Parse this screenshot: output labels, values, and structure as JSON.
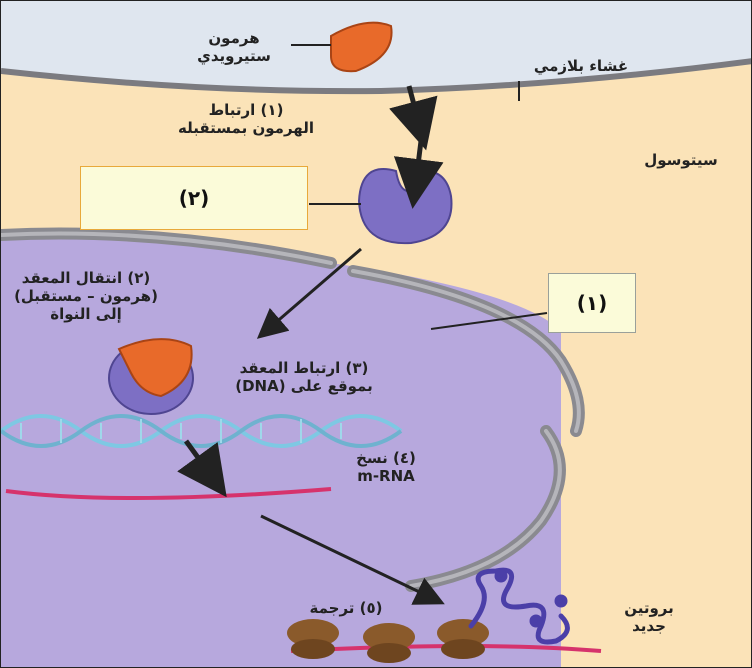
{
  "labels": {
    "hormone_line1": "هرمون",
    "hormone_line2": "ستيرويدي",
    "membrane": "غشاء بلازمي",
    "cytosol": "سيتوسول",
    "step1_line1": "(١) ارتباط",
    "step1_line2": "الهرمون بمستقبله",
    "step2_line1": "(٢) انتقال المعقد",
    "step2_line2": "(هرمون – مستقبل)",
    "step2_line3": "إلى النواة",
    "step3_line1": "(٣) ارتباط المعقد",
    "step3_line2": "بموقع على (DNA)",
    "step4_line1": "(٤) نسخ",
    "step4_line2": "m-RNA",
    "step5": "(٥) ترجمة",
    "protein_line1": "بروتين",
    "protein_line2": "جديد"
  },
  "answer_boxes": {
    "box_receptor": "(٢)",
    "box_nucleus": "(١)"
  },
  "colors": {
    "cytosol": "#fbe3b8",
    "nucleus": "#b7a8dd",
    "membrane": "#7b7b80",
    "hormone": "#e86a2a",
    "receptor": "#7d6fc4",
    "mrna": "#d6336c",
    "dna": "#7ec8e3",
    "ribosome": "#8a5a2b",
    "box_fill": "#fbfbd9",
    "box_border": "#e8a93a"
  }
}
